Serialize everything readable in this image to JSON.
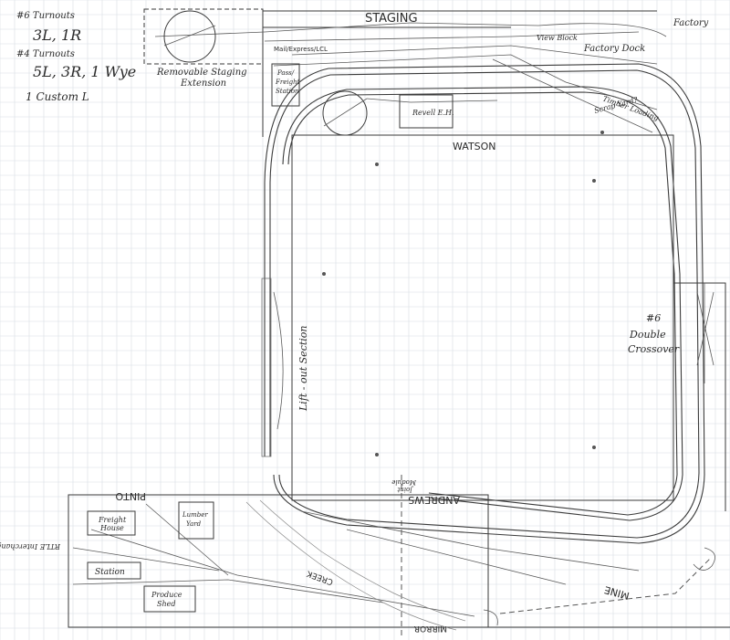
{
  "notes": {
    "turnouts6_title": "#6 Turnouts",
    "turnouts6_count": "3L, 1R",
    "turnouts4_title": "#4 Turnouts",
    "turnouts4_count": "5L, 3R, 1 Wye",
    "custom": "1 Custom L"
  },
  "labels": {
    "staging": "STAGING",
    "removable_staging": "Removable Staging",
    "extension": "Extension",
    "factory": "Factory",
    "view_block": "View Block",
    "factory_dock": "Factory Dock",
    "mail_express": "Mail/Express/LCL",
    "pass_freight_1": "Pass/",
    "pass_freight_2": "Freight",
    "pass_freight_3": "Station",
    "enginehouse": "Revell E.H.",
    "timber_loading": "Timber Loading",
    "scrap_yard": "Scrap Yard?",
    "watson": "WATSON",
    "liftout": "Lift - out Section",
    "crossover_num": "#6",
    "crossover_1": "Double",
    "crossover_2": "Crossover",
    "andrews": "ANDREWS",
    "module_joint_1": "Module",
    "module_joint_2": "Joint",
    "pinto": "PINTO",
    "freight_house_1": "Freight",
    "freight_house_2": "House",
    "lumber_yard_1": "Lumber",
    "lumber_yard_2": "Yard",
    "station": "Station",
    "produce_shed_1": "Produce",
    "produce_shed_2": "Shed",
    "creek": "CREEK",
    "mine": "MINE",
    "mirror": "MIRROR",
    "side_note": "RTLE Interchange"
  }
}
